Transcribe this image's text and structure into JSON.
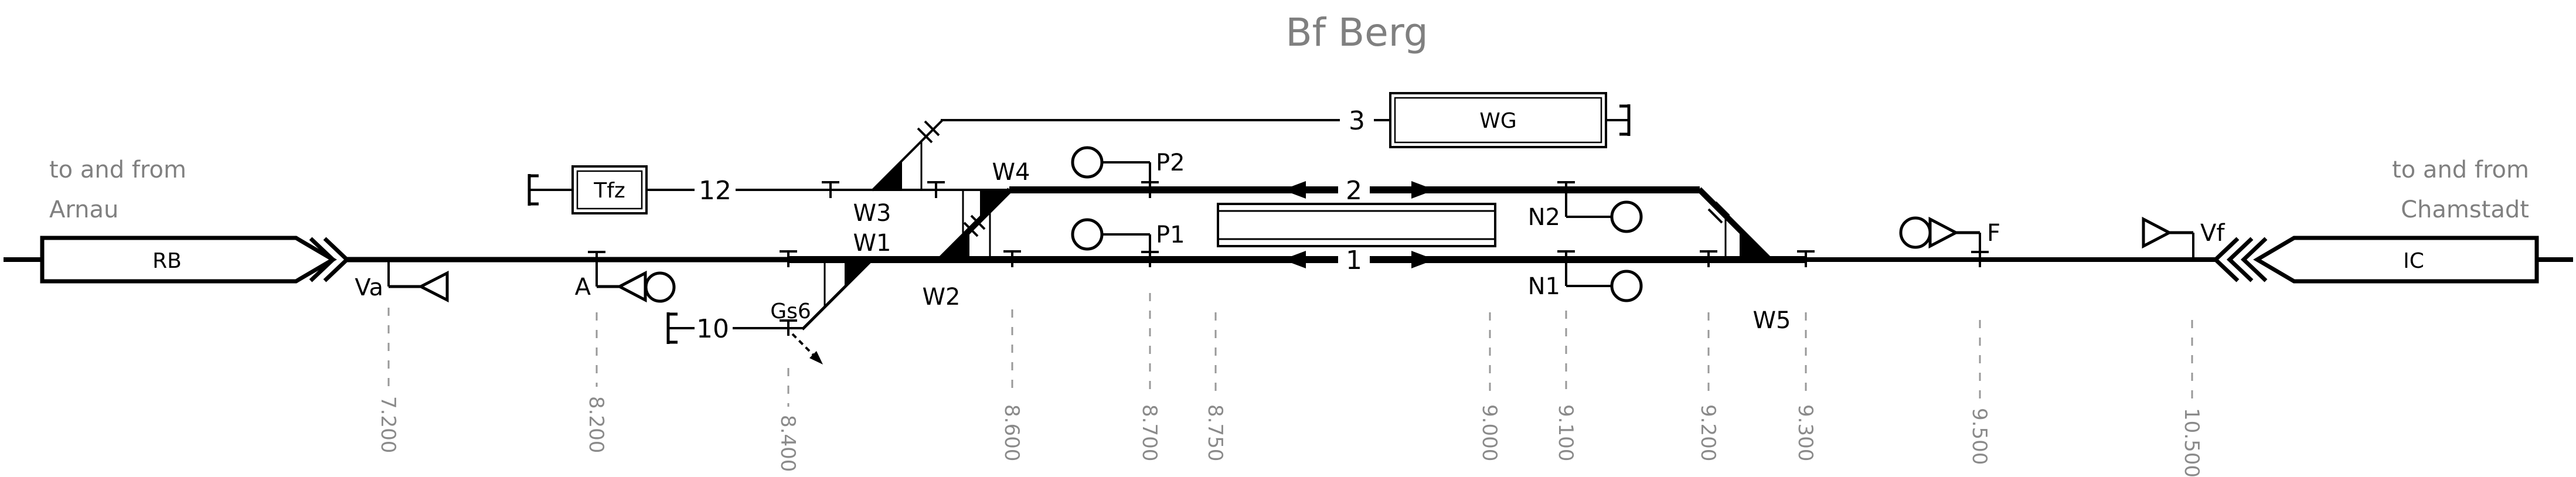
{
  "title": "Bf Berg",
  "directions": {
    "left": {
      "line1": "to and from",
      "line2": "Arnau"
    },
    "right": {
      "line1": "to and from",
      "line2": "Chamstadt"
    }
  },
  "trains": {
    "rb": {
      "label": "RB"
    },
    "ic": {
      "label": "IC"
    }
  },
  "facilities": {
    "tfz": {
      "label": "Tfz"
    },
    "wg": {
      "label": "WG"
    }
  },
  "tracks": {
    "t1": {
      "label": "1"
    },
    "t2": {
      "label": "2"
    },
    "t3": {
      "label": "3"
    },
    "t10": {
      "label": "10"
    },
    "t12": {
      "label": "12"
    }
  },
  "switches": {
    "w1": {
      "label": "W1"
    },
    "w2": {
      "label": "W2"
    },
    "w3": {
      "label": "W3"
    },
    "w4": {
      "label": "W4"
    },
    "w5": {
      "label": "W5"
    }
  },
  "derailer": {
    "label": "Gs6"
  },
  "signals": {
    "va": {
      "label": "Va"
    },
    "a": {
      "label": "A"
    },
    "p1": {
      "label": "P1"
    },
    "p2": {
      "label": "P2"
    },
    "n1": {
      "label": "N1"
    },
    "n2": {
      "label": "N2"
    },
    "f": {
      "label": "F"
    },
    "vf": {
      "label": "Vf"
    }
  },
  "km_marks": [
    {
      "label": "7.200"
    },
    {
      "label": "8.200"
    },
    {
      "label": "8.400"
    },
    {
      "label": "8.600"
    },
    {
      "label": "8.700"
    },
    {
      "label": "8.750"
    },
    {
      "label": "9.000"
    },
    {
      "label": "9.100"
    },
    {
      "label": "9.200"
    },
    {
      "label": "9.300"
    },
    {
      "label": "9.500"
    },
    {
      "label": "10.500"
    }
  ],
  "colors": {
    "line": "#000000",
    "muted": "#808080",
    "dash": "#999999",
    "background": "#ffffff"
  }
}
